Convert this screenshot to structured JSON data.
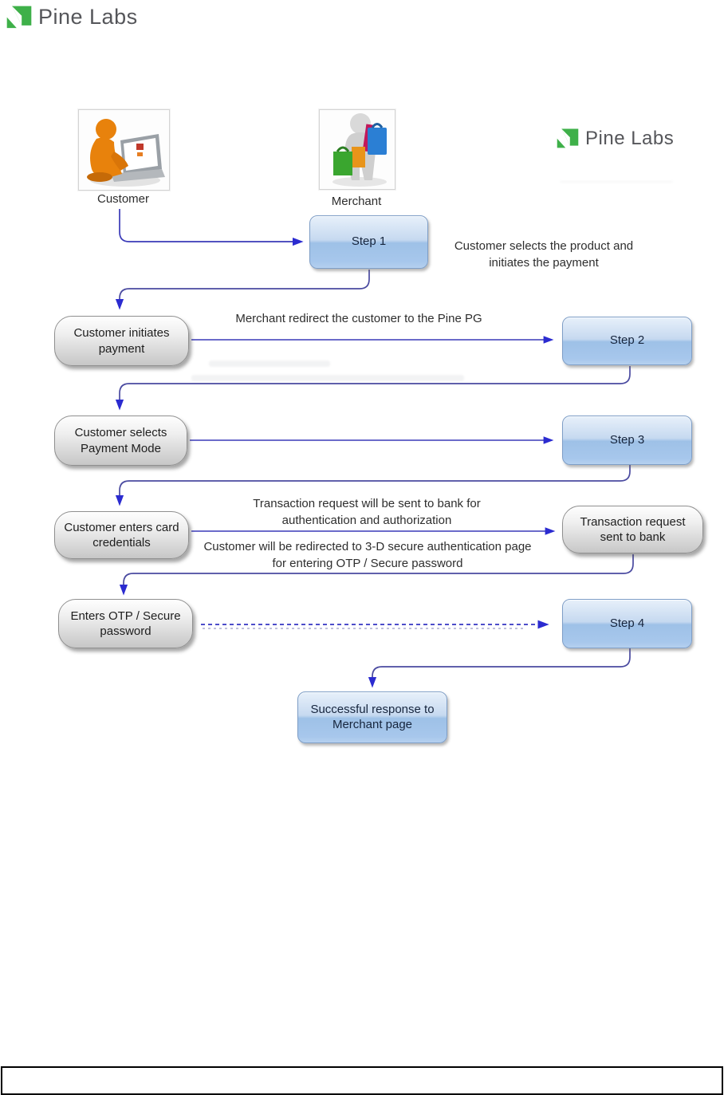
{
  "brand": {
    "logo_text": "Pine Labs"
  },
  "diagram": {
    "logo_text": "Pine Labs",
    "actors": {
      "customer_label": "Customer",
      "merchant_label": "Merchant"
    },
    "nodes": {
      "step1": "Step 1",
      "step2": "Step 2",
      "step3": "Step 3",
      "step4": "Step 4",
      "initiates_payment": "Customer initiates payment",
      "selects_mode": "Customer selects Payment Mode",
      "enters_card": "Customer enters card credentials",
      "txn_to_bank": "Transaction request sent to bank",
      "enters_otp": "Enters OTP / Secure password",
      "success": "Successful response to Merchant page"
    },
    "annotations": {
      "step1_note": "Customer selects the product and initiates the payment",
      "redirect_note": "Merchant  redirect the customer to the Pine PG",
      "bank_note": "Transaction request will be sent to  bank for authentication and authorization",
      "secure_note": "Customer will be redirected to 3-D secure authentication page for entering OTP / Secure password"
    },
    "colors": {
      "logo_green": "#3eb049",
      "logo_gray": "#55565a",
      "connector_blue": "#3a3ab8",
      "arrowhead_blue": "#2b2bd0",
      "step_box_fill": "#a9c7ec",
      "gray_box_fill": "#d9d9d9"
    }
  },
  "footer": {
    "note": ""
  }
}
